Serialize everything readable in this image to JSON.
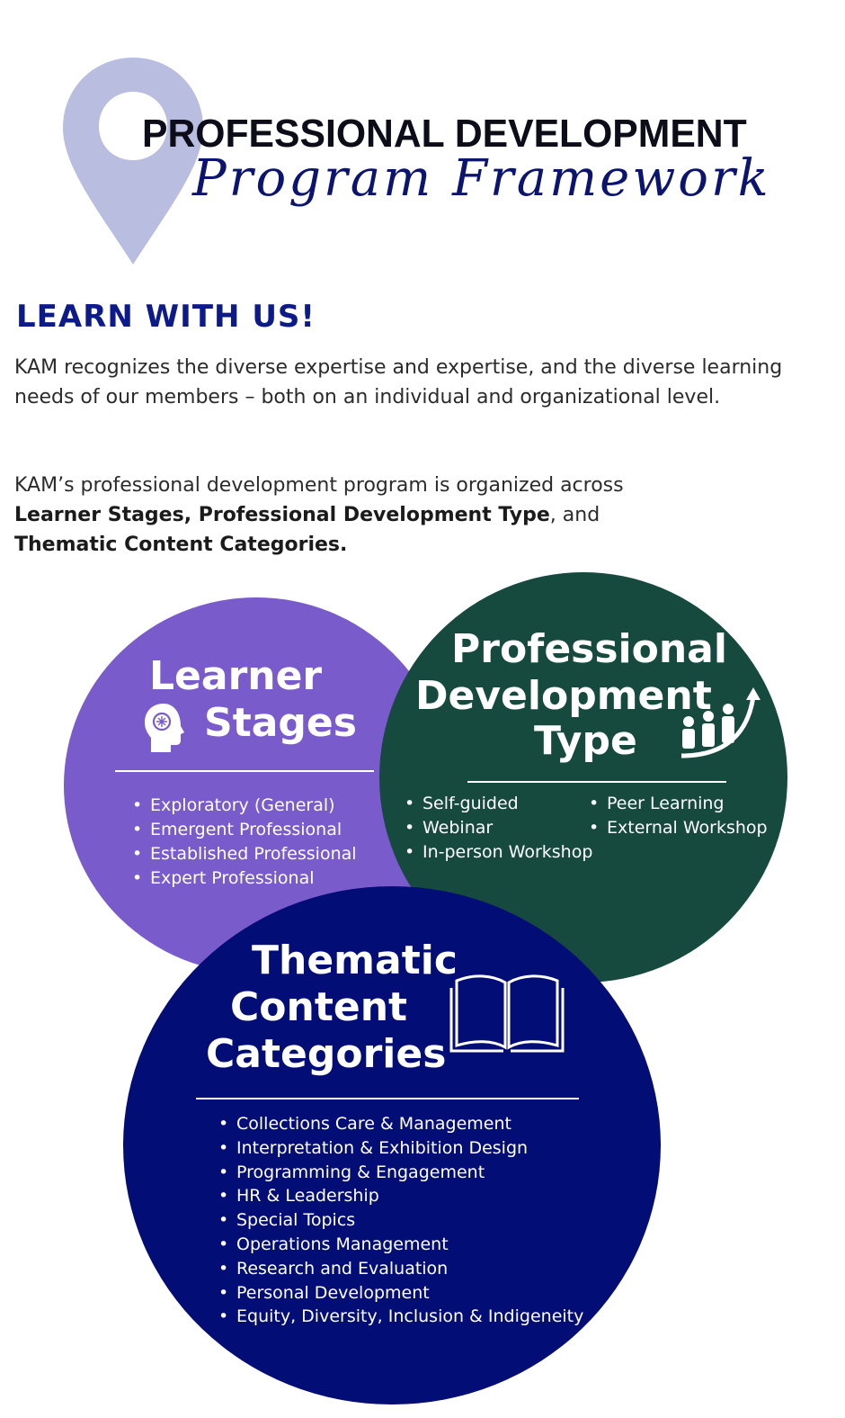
{
  "header": {
    "title": "PROFESSIONAL DEVELOPMENT",
    "subtitle_script": "Program Framework"
  },
  "intro": {
    "heading": "LEARN WITH US!",
    "paragraph1": "KAM recognizes the diverse expertise and expertise, and the diverse learning needs of our members – both on an individual and organizational level.",
    "paragraph2_lead": "KAM’s professional development program is organized across",
    "paragraph2_bold1": "Learner Stages, Professional Development Type",
    "paragraph2_mid": ", and",
    "paragraph2_bold2": "Thematic Content Categories."
  },
  "learner": {
    "title_line1": "Learner",
    "title_line2": "Stages",
    "items": [
      "Exploratory (General)",
      "Emergent Professional",
      "Established Professional",
      "Expert Professional"
    ]
  },
  "pd_type": {
    "title_line1": "Professional",
    "title_line2": "Development",
    "title_line3": "Type",
    "items_col1": [
      "Self-guided",
      "Webinar",
      "In-person Workshop"
    ],
    "items_col2": [
      "Peer Learning",
      "External Workshop"
    ]
  },
  "thematic": {
    "title_line1": "Thematic",
    "title_line2": "Content",
    "title_line3": "Categories",
    "items": [
      "Collections Care & Management",
      "Interpretation & Exhibition Design",
      "Programming & Engagement",
      "HR & Leadership",
      "Special Topics",
      "Operations Management",
      "Research and Evaluation",
      "Personal Development",
      "Equity, Diversity, Inclusion & Indigeneity"
    ]
  },
  "icons": {
    "pin": "location-pin-icon",
    "learner": "head-brain-icon",
    "pd": "people-growth-arrow-icon",
    "thematic": "open-book-icon"
  },
  "colors": {
    "pin": "#b9bde0",
    "learner_circle": "#7a5bcb",
    "pd_circle": "#174a3f",
    "thematic_circle": "#030d76",
    "heading_blue": "#0c1a8a"
  }
}
